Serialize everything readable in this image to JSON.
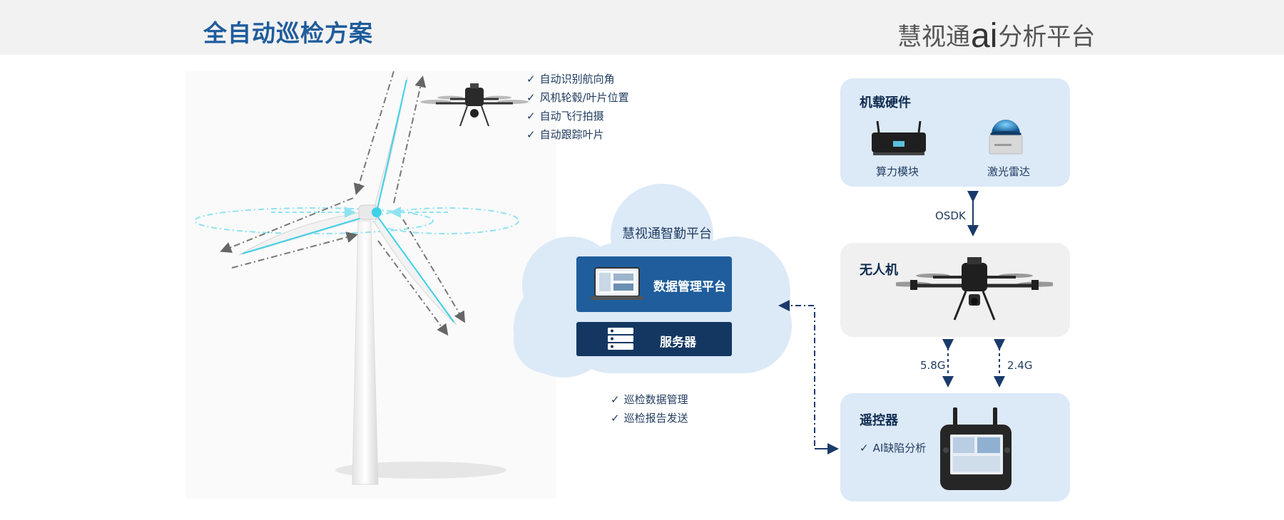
{
  "header": {
    "title": "全自动巡检方案",
    "brand_prefix": "慧视通",
    "brand_ai": "ai",
    "brand_suffix": "分析平台"
  },
  "drone_features": [
    "自动识别航向角",
    "风机轮毂/叶片位置",
    "自动飞行拍摄",
    "自动跟踪叶片"
  ],
  "cloud": {
    "title": "慧视通智勤平台",
    "data_platform": "数据管理平台",
    "server": "服务器",
    "features": [
      "巡检数据管理",
      "巡检报告发送"
    ]
  },
  "onboard": {
    "title": "机载硬件",
    "compute_module": "算力模块",
    "lidar": "激光雷达"
  },
  "link_osdk": "OSDK",
  "uav": {
    "title": "无人机"
  },
  "link_58": "5.8G",
  "link_24": "2.4G",
  "remote": {
    "title": "遥控器",
    "feature": "AI缺陷分析"
  },
  "colors": {
    "title_blue": "#1f5d9c",
    "panel_blue": "#dce9f7",
    "panel_gray": "#f0f0f0",
    "server_navy": "#143761",
    "cyan": "#3fd1e8"
  }
}
